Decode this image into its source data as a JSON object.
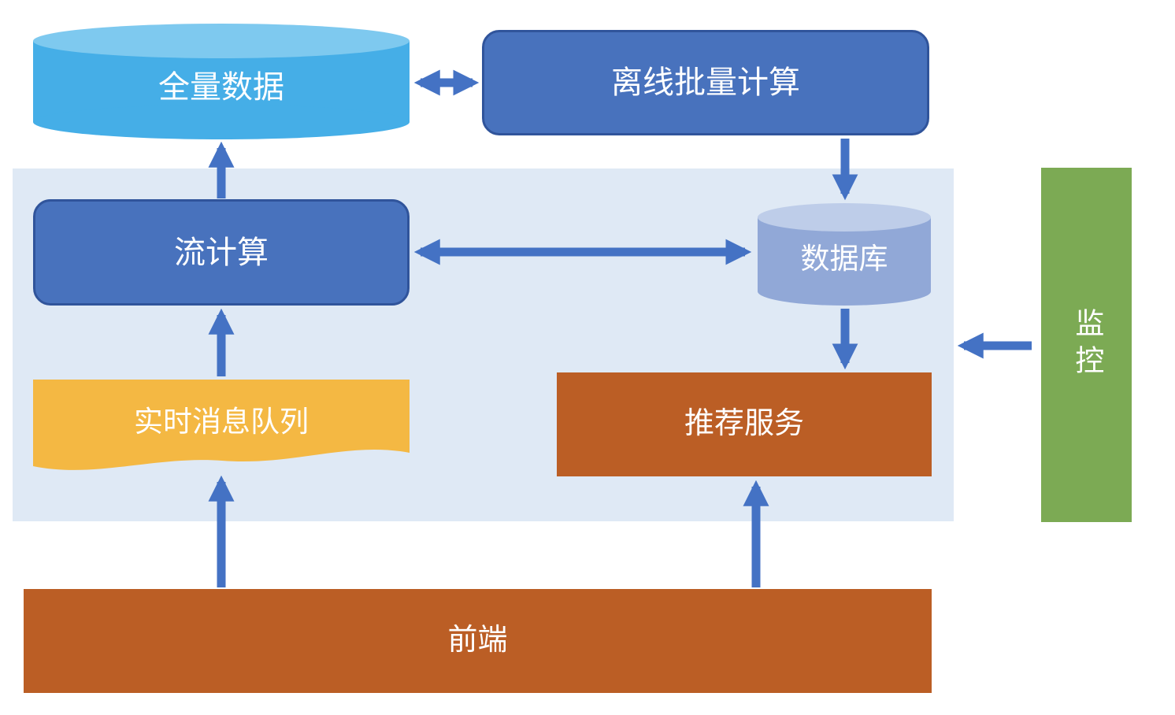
{
  "nodes": {
    "full_data": "全量数据",
    "offline_batch": "离线批量计算",
    "stream_compute": "流计算",
    "database": "数据库",
    "realtime_queue": "实时消息队列",
    "recommend_service": "推荐服务",
    "frontend": "前端",
    "monitoring": "监控"
  },
  "edges": [
    {
      "from": "full_data",
      "to": "offline_batch",
      "bidirectional": true
    },
    {
      "from": "offline_batch",
      "to": "database",
      "bidirectional": false
    },
    {
      "from": "stream_compute",
      "to": "full_data",
      "bidirectional": false
    },
    {
      "from": "stream_compute",
      "to": "database",
      "bidirectional": true
    },
    {
      "from": "realtime_queue",
      "to": "stream_compute",
      "bidirectional": false
    },
    {
      "from": "database",
      "to": "recommend_service",
      "bidirectional": false
    },
    {
      "from": "frontend",
      "to": "realtime_queue",
      "bidirectional": false
    },
    {
      "from": "frontend",
      "to": "recommend_service",
      "bidirectional": false
    },
    {
      "from": "monitoring",
      "to": "pipeline_panel",
      "bidirectional": false
    }
  ],
  "colors": {
    "cylinder_blue": "#45AEE7",
    "cylinder_blue_top": "#7EC9EF",
    "box_blue": "#4872BD",
    "box_blue_border": "#30549B",
    "cylinder_purple": "#91A8D7",
    "cylinder_purple_top": "#BECDE9",
    "wave_yellow": "#F4B843",
    "box_orange": "#BB5E25",
    "bar_green": "#7CAA54",
    "panel_bg": "#DFE9F5",
    "arrow_blue": "#4472C4"
  }
}
